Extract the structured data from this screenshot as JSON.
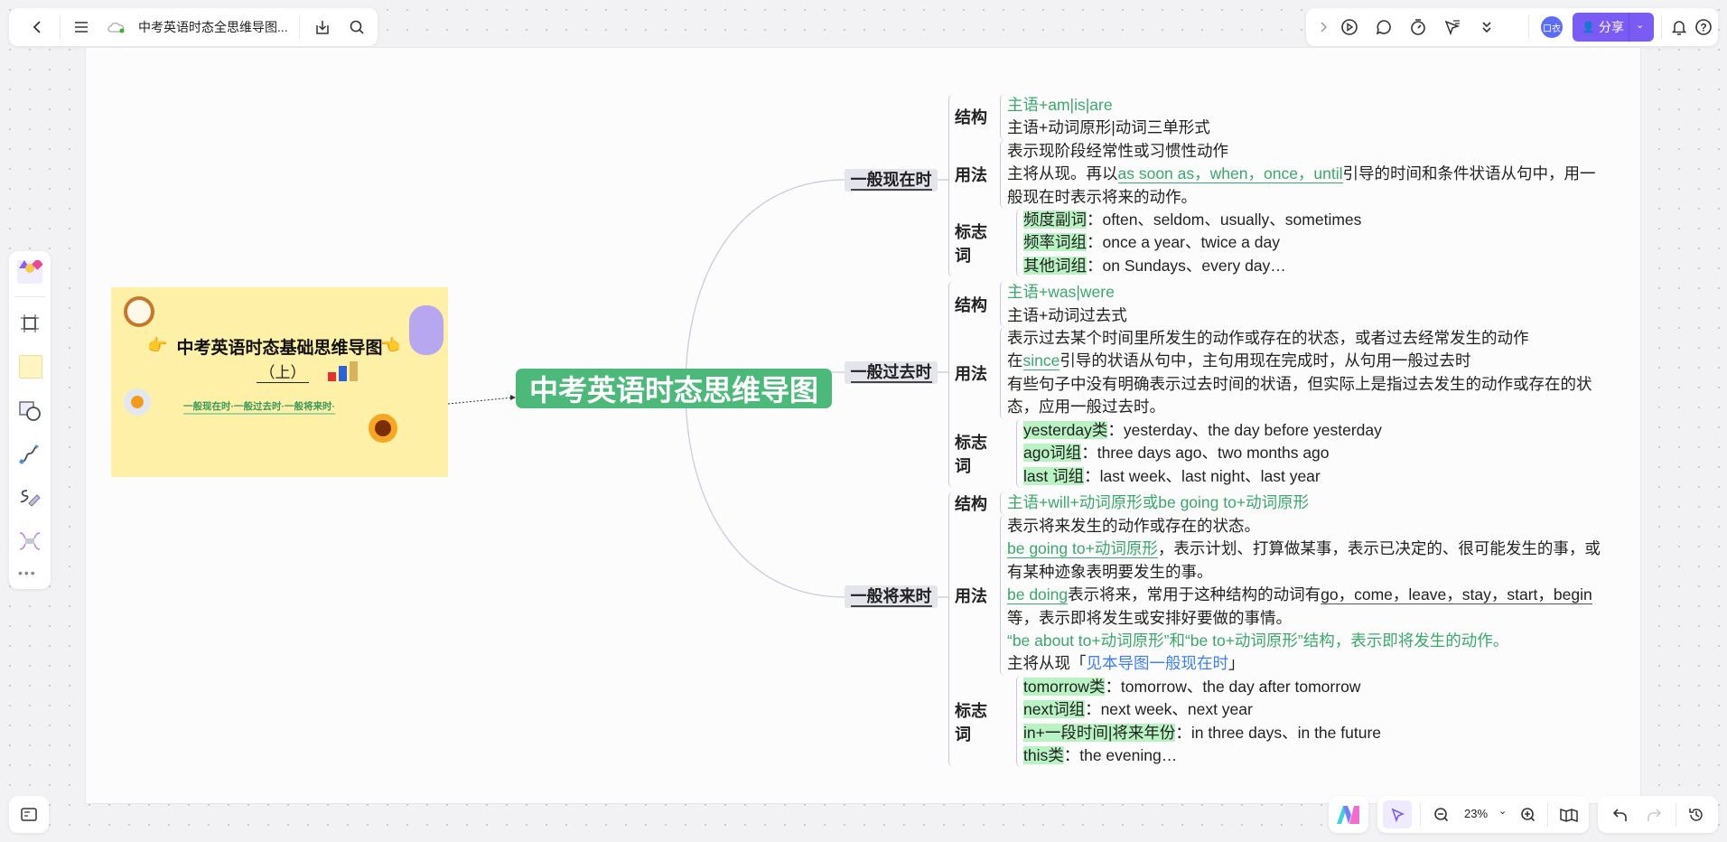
{
  "topbar": {
    "title": "中考英语时态全思维导图...",
    "icons": [
      "back-icon",
      "menu-icon",
      "cloud-sync-icon",
      "download-icon",
      "search-icon"
    ]
  },
  "topright": {
    "avatar": "口衣",
    "share": "分享",
    "icons": [
      "expand-icon",
      "play-icon",
      "comment-icon",
      "timer-icon",
      "laser-pointer-icon",
      "more-icon",
      "bell-icon",
      "help-icon"
    ]
  },
  "colors": {
    "accent": "#7a5cf5",
    "central": "#4cb87a",
    "green_text": "#3aa86b",
    "highlight": "#b9f3c3",
    "link": "#3d7ef0",
    "thumbnail_bg": "#fef0a6"
  },
  "thumbnail": {
    "title": "中考英语时态基础思维导图",
    "subtitle": "（上）",
    "tagline": "一般现在时·一般过去时·一般将来时·"
  },
  "central": "中考英语时态思维导图",
  "branches": [
    {
      "label": "一般现在时",
      "sections": [
        {
          "label": "结构",
          "rows": [
            [
              {
                "t": "主语+am|is|are",
                "s": "green"
              }
            ],
            [
              {
                "t": "主语+动词原形|动词三单形式"
              }
            ]
          ]
        },
        {
          "label": "用法",
          "rows": [
            [
              {
                "t": "表示现阶段经常性或习惯性动作"
              }
            ],
            [
              {
                "t": "主将从现。再以"
              },
              {
                "t": "as soon as，when，once，until",
                "s": "gu"
              },
              {
                "t": "引导的时间和条件状语从句中，用一般现在时表示将来的动作。"
              }
            ]
          ]
        },
        {
          "label": "标志词",
          "sub": true,
          "rows": [
            [
              {
                "t": "频度副词",
                "s": "hl"
              },
              {
                "t": "：often、seldom、usually、sometimes"
              }
            ],
            [
              {
                "t": "频率词组",
                "s": "hl"
              },
              {
                "t": "：once a year、twice a day"
              }
            ],
            [
              {
                "t": "其他词组",
                "s": "hl"
              },
              {
                "t": "：on Sundays、every day…"
              }
            ]
          ]
        }
      ]
    },
    {
      "label": "一般过去时",
      "sections": [
        {
          "label": "结构",
          "rows": [
            [
              {
                "t": "主语+was|were",
                "s": "green"
              }
            ],
            [
              {
                "t": "主语+动词过去式"
              }
            ]
          ]
        },
        {
          "label": "用法",
          "rows": [
            [
              {
                "t": "表示过去某个时间里所发生的动作或存在的状态，或者过去经常发生的动作"
              }
            ],
            [
              {
                "t": "在"
              },
              {
                "t": "since",
                "s": "gu"
              },
              {
                "t": "引导的状语从句中，主句用现在完成时，从句用一般过去时"
              }
            ],
            [
              {
                "t": "有些句子中没有明确表示过去时间的状语，但实际上是指过去发生的动作或存在的状态，应用一般过去时。"
              }
            ]
          ]
        },
        {
          "label": "标志词",
          "sub": true,
          "rows": [
            [
              {
                "t": "yesterday类",
                "s": "hl"
              },
              {
                "t": "：yesterday、the day before yesterday"
              }
            ],
            [
              {
                "t": "ago词组",
                "s": "hl"
              },
              {
                "t": "：three days ago、two months ago"
              }
            ],
            [
              {
                "t": "last 词组",
                "s": "hl"
              },
              {
                "t": "：last week、last night、last year"
              }
            ]
          ]
        }
      ]
    },
    {
      "label": "一般将来时",
      "sections": [
        {
          "label": "结构",
          "rows": [
            [
              {
                "t": "主语+will+动词原形或be going to+动词原形",
                "s": "green"
              }
            ]
          ]
        },
        {
          "label": "用法",
          "rows": [
            [
              {
                "t": "表示将来发生的动作或存在的状态。"
              }
            ],
            [
              {
                "t": "be going to+动词原形",
                "s": "gu"
              },
              {
                "t": "，表示计划、打算做某事，表示已决定的、很可能发生的事，或有某种迹象表明要发生的事。"
              }
            ],
            [
              {
                "t": "be doing",
                "s": "gu"
              },
              {
                "t": "表示将来，常用于这种结构的动词有"
              },
              {
                "t": "go，come，leave，stay，start，begin",
                "s": "u"
              },
              {
                "t": "等，表示即将发生或安排好要做的事情。"
              }
            ],
            [
              {
                "t": "“be about to+动词原形”和“be to+动词原形”结构，表示即将发生的动作。",
                "s": "green"
              }
            ],
            [
              {
                "t": "主将从现「"
              },
              {
                "t": "见本导图一般现在时",
                "s": "blue"
              },
              {
                "t": "」"
              }
            ]
          ]
        },
        {
          "label": "标志词",
          "sub": true,
          "rows": [
            [
              {
                "t": "tomorrow类",
                "s": "hl"
              },
              {
                "t": "：tomorrow、the day after tomorrow"
              }
            ],
            [
              {
                "t": "next词组",
                "s": "hl"
              },
              {
                "t": "：next week、next year"
              }
            ],
            [
              {
                "t": "in+一段时间|将来年份",
                "s": "hl"
              },
              {
                "t": "：in three days、in the future"
              }
            ],
            [
              {
                "t": "this类",
                "s": "hl"
              },
              {
                "t": "：the evening…"
              }
            ]
          ]
        }
      ]
    }
  ],
  "bottom": {
    "zoom": "23%"
  }
}
